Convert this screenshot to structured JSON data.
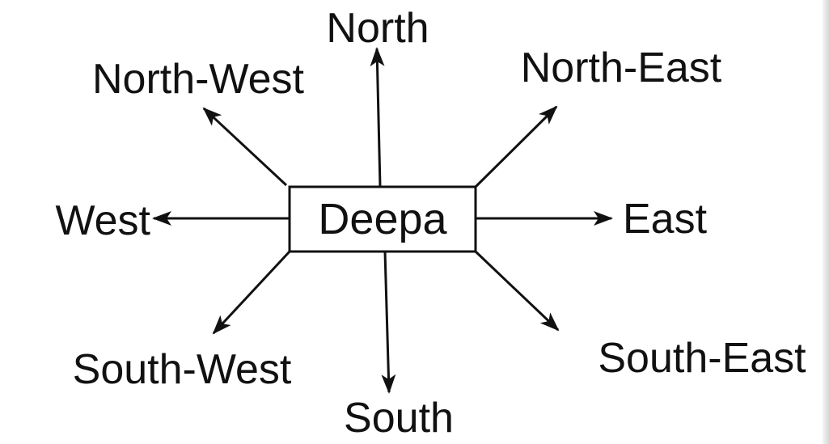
{
  "diagram": {
    "center_label": "Deepa",
    "directions": [
      {
        "id": "north",
        "label": "North"
      },
      {
        "id": "north-east",
        "label": "North-East"
      },
      {
        "id": "east",
        "label": "East"
      },
      {
        "id": "south-east",
        "label": "South-East"
      },
      {
        "id": "south",
        "label": "South"
      },
      {
        "id": "south-west",
        "label": "South-West"
      },
      {
        "id": "west",
        "label": "West"
      },
      {
        "id": "north-west",
        "label": "North-West"
      }
    ],
    "colors": {
      "ink": "#111111",
      "background": "#ffffff"
    }
  }
}
